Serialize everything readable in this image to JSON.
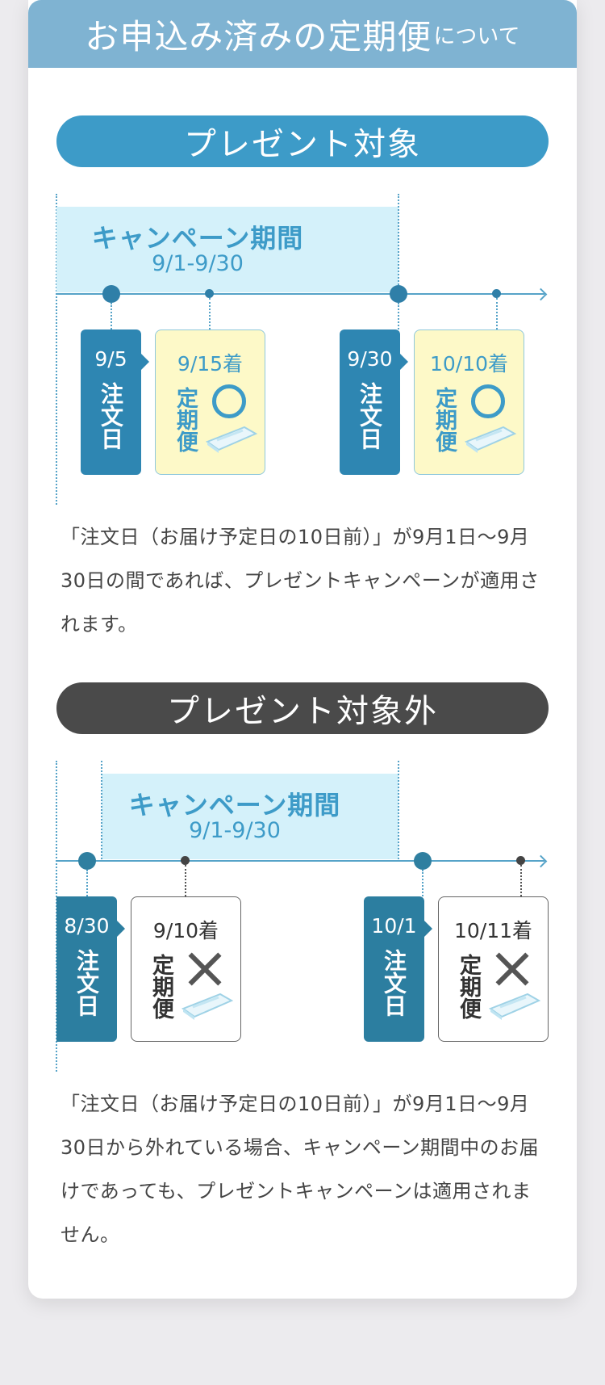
{
  "header": {
    "title_main": "お申込み済みの定期便",
    "title_suffix": "について"
  },
  "eligible": {
    "pill": "プレゼント対象",
    "period_title": "キャンペーン期間",
    "period_dates": "9/1-9/30",
    "cases": [
      {
        "order_date": "9/5",
        "order_label": "注文日",
        "delivery": "9/15着",
        "delivery_label": "定期便",
        "result": "circle-mark"
      },
      {
        "order_date": "9/30",
        "order_label": "注文日",
        "delivery": "10/10着",
        "delivery_label": "定期便",
        "result": "circle-mark"
      }
    ],
    "note": "「注文日（お届け予定日の10日前）」が9月1日〜9月30日の間であれば、プレゼントキャンペーンが適用されます。"
  },
  "ineligible": {
    "pill": "プレゼント対象外",
    "period_title": "キャンペーン期間",
    "period_dates": "9/1-9/30",
    "cases": [
      {
        "order_date": "8/30",
        "order_label": "注文日",
        "delivery": "9/10着",
        "delivery_label": "定期便",
        "result": "cross-mark"
      },
      {
        "order_date": "10/1",
        "order_label": "注文日",
        "delivery": "10/11着",
        "delivery_label": "定期便",
        "result": "cross-mark"
      }
    ],
    "note": "「注文日（お届け予定日の10日前）」が9月1日〜9月30日から外れている場合、キャンペーン期間中のお届けであっても、プレゼントキャンペーンは適用されません。"
  },
  "colors": {
    "header": "#7fb3d2",
    "accent_blue": "#3d9bc8",
    "dark_pill": "#4a4a4a",
    "period_bg": "#d4f1fa",
    "ok_box": "#fdf9c8"
  }
}
